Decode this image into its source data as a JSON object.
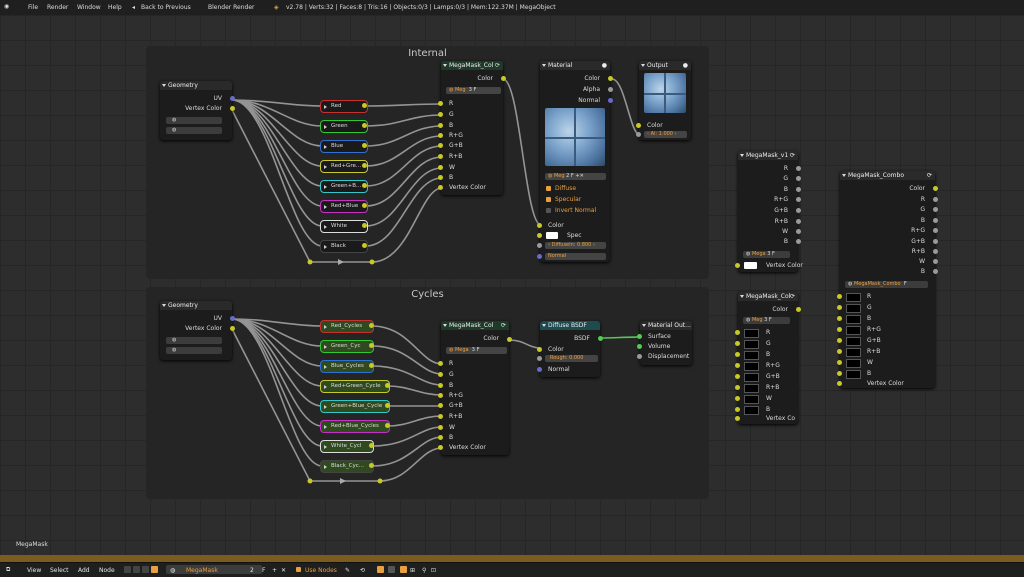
{
  "topbar": {
    "menus": [
      "File",
      "Render",
      "Window",
      "Help"
    ],
    "back_label": "Back to Previous",
    "engine": "Blender Render",
    "stats": "v2.78 | Verts:32 | Faces:8 | Tris:16 | Objects:0/3 | Lamps:0/3 | Mem:122.37M | MegaObject"
  },
  "frames": {
    "internal": "Internal",
    "cycles": "Cycles"
  },
  "geometry": {
    "title": "Geometry",
    "uv": "UV",
    "vertex_color": "Vertex Color"
  },
  "internal_groups": [
    "Red",
    "Green",
    "Blue",
    "Red+Gre...",
    "Green+B...",
    "Red+Blue",
    "White",
    "Black"
  ],
  "cycles_groups": [
    "Red_Cycles",
    "Green_Cyc",
    "Blue_Cycles",
    "Red+Green_Cycle",
    "Green+Blue_Cycle",
    "Red+Blue_Cycles",
    "White_Cycl",
    "Black_Cyc..."
  ],
  "megamask_col_internal": {
    "title": "MegaMask_Col",
    "out": "Color",
    "field": "Meg",
    "num": "3",
    "f": "F",
    "inputs": [
      "R",
      "G",
      "B",
      "R+G",
      "G+B",
      "R+B",
      "W",
      "B",
      "Vertex Color"
    ]
  },
  "megamask_col_cycles": {
    "title": "MegaMask_Col",
    "out": "Color",
    "field": "Mega",
    "num": "3",
    "f": "F",
    "inputs": [
      "R",
      "G",
      "B",
      "R+G",
      "G+B",
      "R+B",
      "W",
      "B",
      "Vertex Color"
    ]
  },
  "material": {
    "title": "Material",
    "outs": [
      "Color",
      "Alpha",
      "Normal"
    ],
    "field": "Meg",
    "num": "2",
    "f": "F",
    "diffuse": "Diffuse",
    "specular": "Specular",
    "invert": "Invert Normal",
    "color": "Color",
    "spec": "Spec",
    "diffuse_int": "DiffuseIn: 0.800",
    "normal": "Normal"
  },
  "output": {
    "title": "Output",
    "color": "Color",
    "alpha": "Al: 1.000"
  },
  "diffuse_bsdf": {
    "title": "Diffuse BSDF",
    "out": "BSDF",
    "color": "Color",
    "rough": "Rough: 0.000",
    "normal": "Normal"
  },
  "material_output": {
    "title": "Material Out...",
    "inputs": [
      "Surface",
      "Volume",
      "Displacement"
    ]
  },
  "megamask_v1": {
    "title": "MegaMask_v1",
    "outs": [
      "R",
      "G",
      "B",
      "R+G",
      "G+B",
      "R+B",
      "W",
      "B"
    ],
    "field": "Mega",
    "num": "3",
    "f": "F",
    "vc": "Vertex Color"
  },
  "megamask_col_right": {
    "title": "MegaMask_Col",
    "out": "Color",
    "field": "Meg",
    "num": "3",
    "f": "F",
    "inputs": [
      "R",
      "G",
      "B",
      "R+G",
      "G+B",
      "R+B",
      "W",
      "B",
      "Vertex Co"
    ]
  },
  "megamask_combo": {
    "title": "MegaMask_Combo",
    "outs": [
      "Color",
      "R",
      "G",
      "B",
      "R+G",
      "G+B",
      "R+B",
      "W",
      "B"
    ],
    "field": "MegaMask_Combo",
    "f": "F",
    "inputs": [
      "R",
      "G",
      "B",
      "R+G",
      "G+B",
      "R+B",
      "W",
      "B",
      "Vertex Color"
    ]
  },
  "status_label": "MegaMask",
  "bottombar": {
    "menus": [
      "View",
      "Select",
      "Add",
      "Node"
    ],
    "tree_name": "MegaMask",
    "users": "2",
    "f": "F",
    "use_nodes": "Use Nodes"
  }
}
